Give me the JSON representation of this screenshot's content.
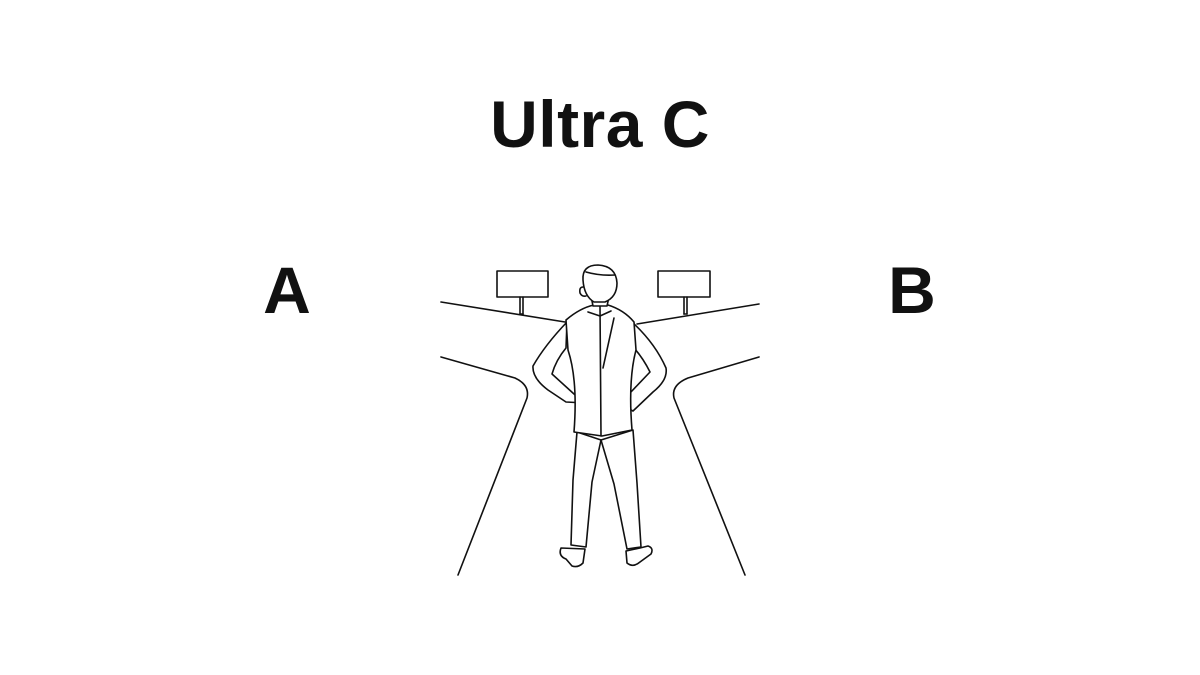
{
  "title": "Ultra C",
  "option_a": "A",
  "option_b": "B",
  "illustration": {
    "subject": "person-at-crossroads",
    "stroke_color": "#111111",
    "background": "#ffffff"
  }
}
